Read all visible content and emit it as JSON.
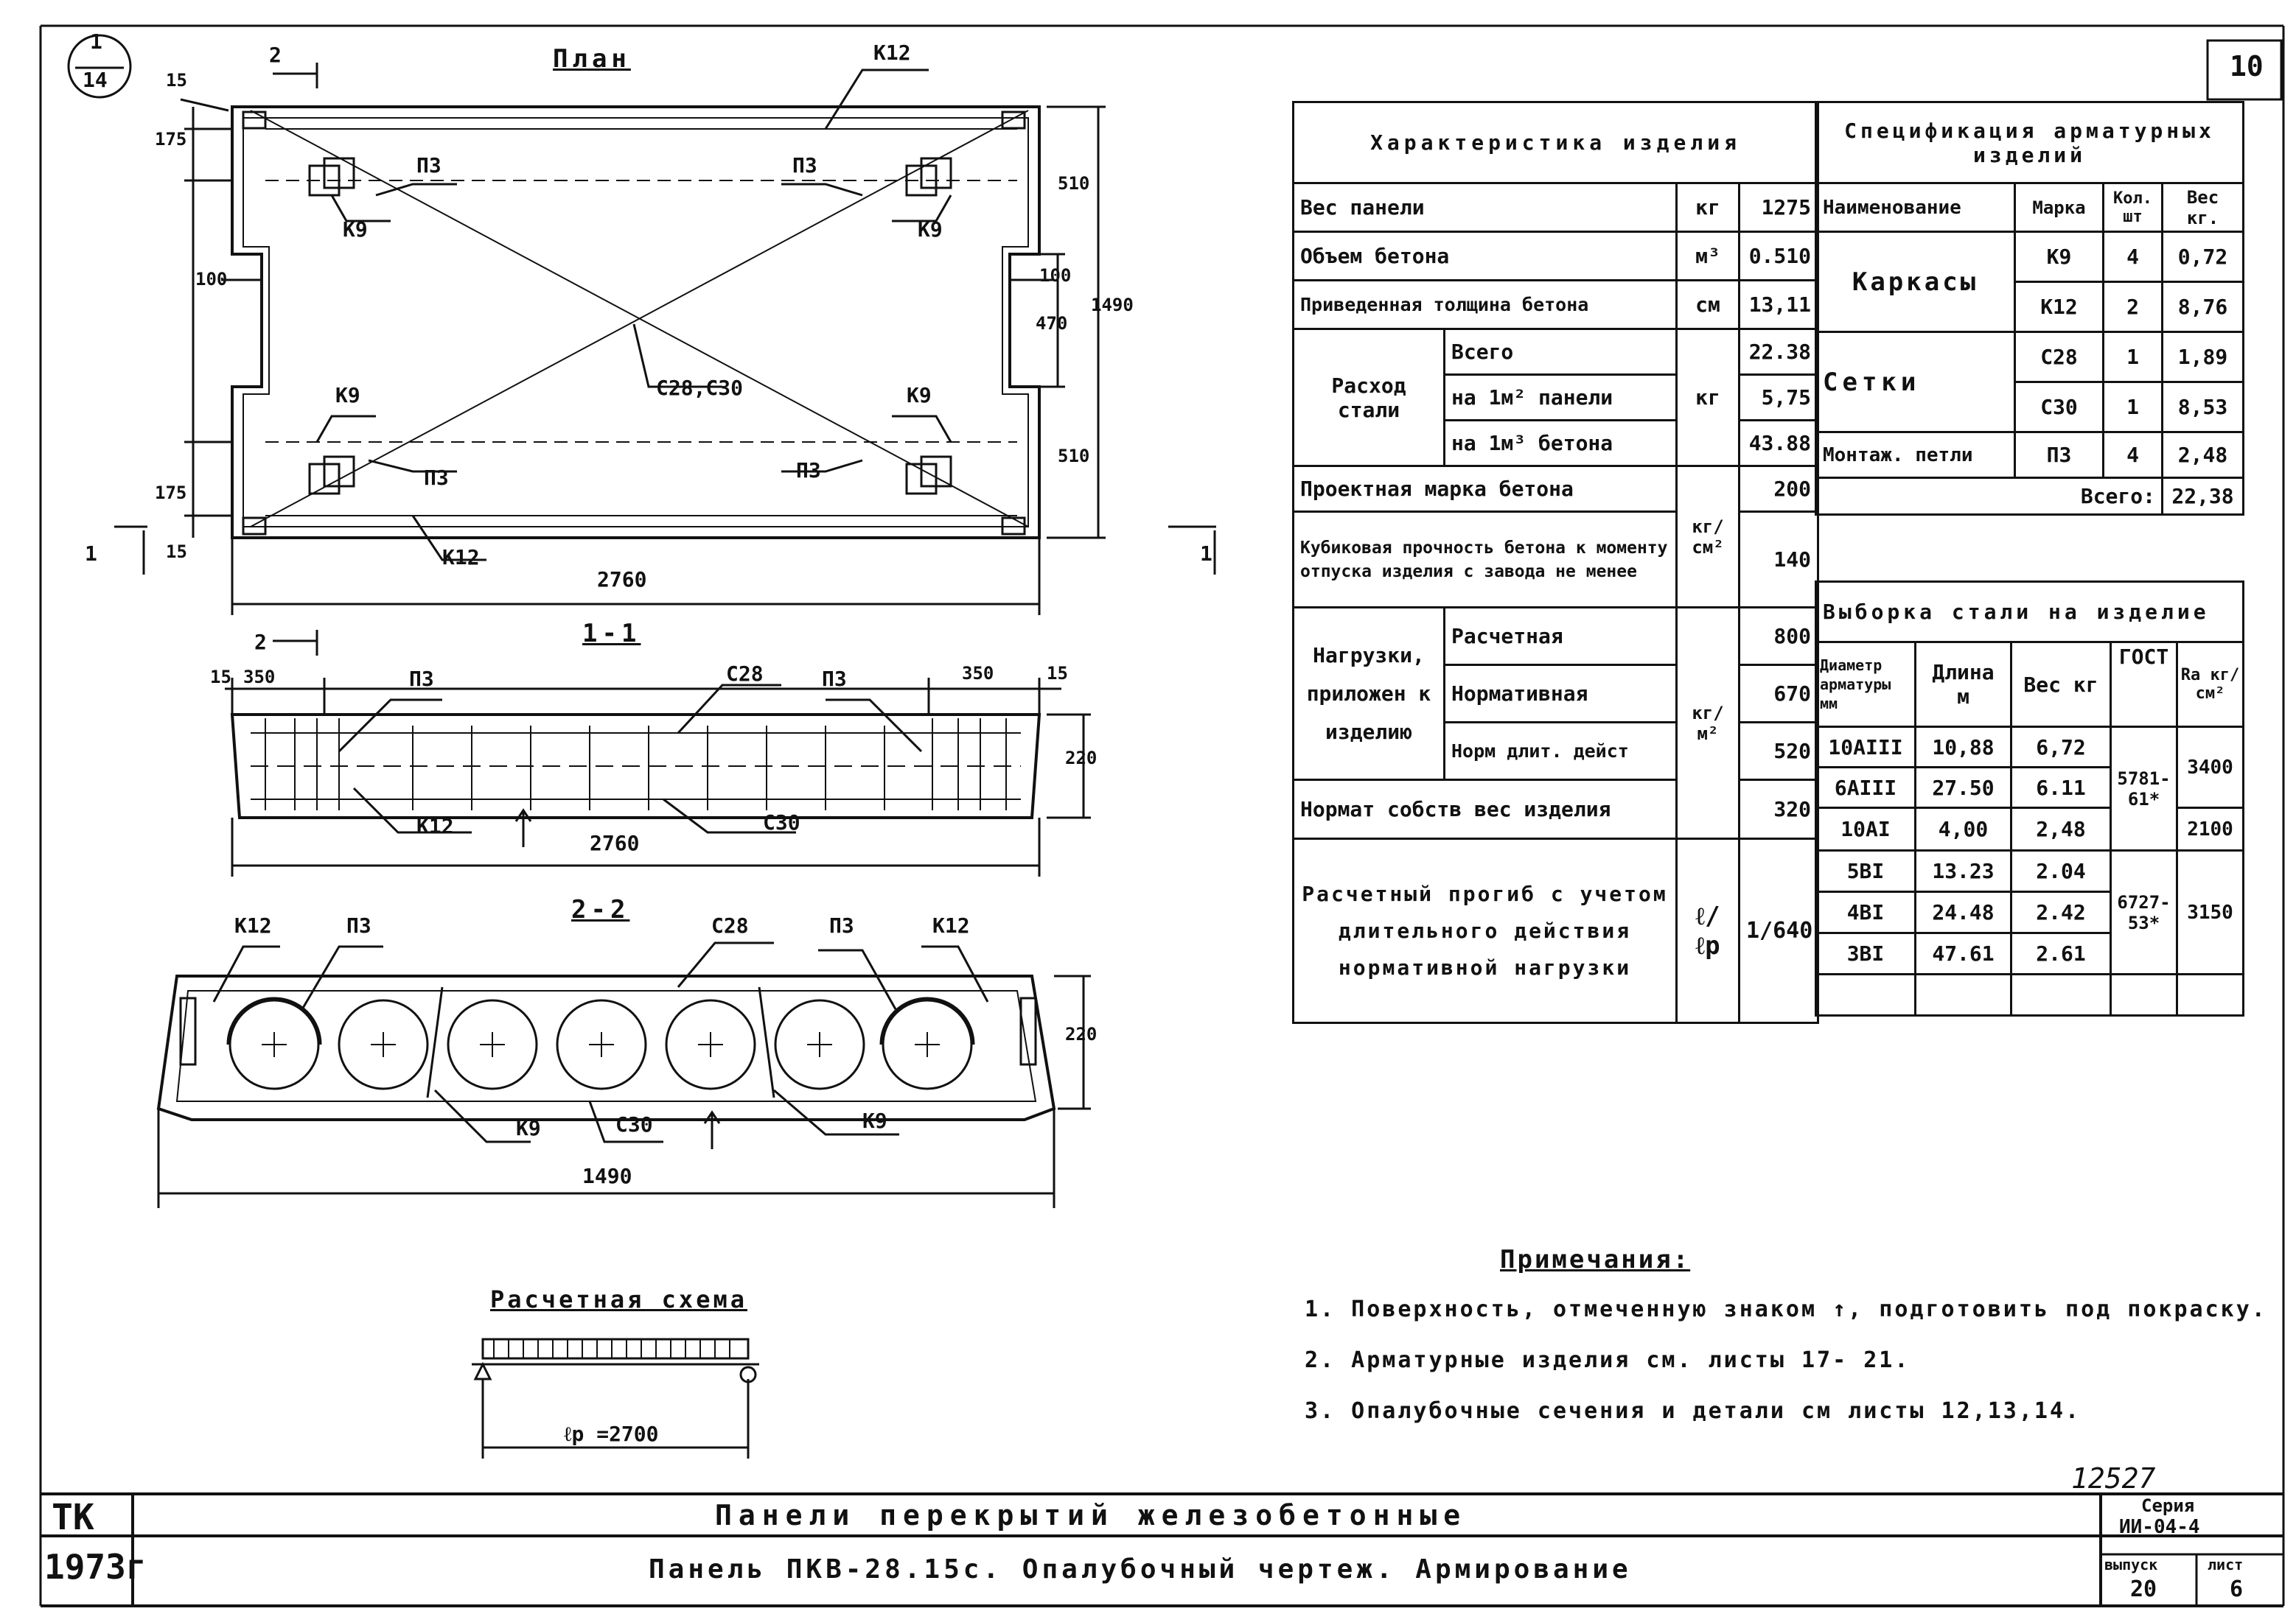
{
  "sheet": {
    "number": "10",
    "ref_top": "1",
    "ref_bottom": "14"
  },
  "views": {
    "plan": {
      "title": "План",
      "labels": {
        "k12_top": "К12",
        "k12_bottom": "К12",
        "p3_tl": "П3",
        "p3_tr": "П3",
        "p3_bl": "П3",
        "p3_br": "П3",
        "k9_tl": "К9",
        "k9_tr": "К9",
        "k9_bl": "К9",
        "k9_br": "К9",
        "mesh": "С28,С30",
        "sec2_top": "2",
        "sec2_bot": "2",
        "sec1_l": "1",
        "sec1_r": "1"
      },
      "dims": {
        "d15_top": "15",
        "d175_top": "175",
        "d100_left": "100",
        "d175_bot": "175",
        "d15_bot": "15",
        "d510_top": "510",
        "d100_right": "100",
        "d470": "470",
        "d1490": "1490",
        "d510_bot": "510",
        "d2760": "2760"
      }
    },
    "section_1_1": {
      "title": "1-1",
      "labels": {
        "p3_l": "П3",
        "c28": "С28",
        "p3_r": "П3",
        "k12": "К12",
        "c30": "С30"
      },
      "dims": {
        "d15_l": "15",
        "d350_l": "350",
        "d350_r": "350",
        "d15_r": "15",
        "d220": "220",
        "d2760": "2760"
      }
    },
    "section_2_2": {
      "title": "2-2",
      "labels": {
        "k12_l": "К12",
        "p3_l": "П3",
        "c28": "С28",
        "p3_r": "П3",
        "k12_r": "К12",
        "k9_l": "К9",
        "c30": "С30",
        "k9_r": "К9"
      },
      "dims": {
        "d220": "220",
        "d1490": "1490"
      }
    },
    "scheme": {
      "title": "Расчетная схема",
      "span": "ℓр =2700"
    }
  },
  "characteristics": {
    "header": "Характеристика изделия",
    "rows": [
      {
        "name": "Вес панели",
        "unit": "кг",
        "value": "1275"
      },
      {
        "name": "Объем бетона",
        "unit": "м³",
        "value": "0.510"
      },
      {
        "name": "Приведенная толщина бетона",
        "unit": "см",
        "value": "13,11"
      }
    ],
    "steel": {
      "name": "Расход стали",
      "unit": "кг",
      "items": [
        {
          "name": "Всего",
          "value": "22.38"
        },
        {
          "name": "на 1м² панели",
          "value": "5,75"
        },
        {
          "name": "на 1м³ бетона",
          "value": "43.88"
        }
      ]
    },
    "grade": {
      "name": "Проектная марка бетона",
      "value": "200"
    },
    "strength": {
      "name": "Кубиковая прочность бетона к моменту отпуска изделия с завода не менее",
      "unit": "кг/см²",
      "value": "140"
    },
    "loads": {
      "name": "Нагрузки, приложен к изделию",
      "unit": "кг/м²",
      "items": [
        {
          "name": "Расчетная",
          "value": "800"
        },
        {
          "name": "Нормативная",
          "value": "670"
        },
        {
          "name": "Норм длит. дейст",
          "value": "520"
        }
      ]
    },
    "selfweight": {
      "name": "Нормат собств вес изделия",
      "value": "320"
    },
    "deflection": {
      "name": "Расчетный прогиб с учетом длительного действия нормативной нагрузки",
      "unit": "ℓ/ℓр",
      "value": "1/640"
    }
  },
  "specification": {
    "header": "Спецификация арматурных изделий",
    "cols": [
      "Наименование",
      "Марка",
      "Кол. шт",
      "Вес кг."
    ],
    "groups": [
      {
        "name": "Каркасы",
        "rows": [
          [
            "К9",
            "4",
            "0,72"
          ],
          [
            "К12",
            "2",
            "8,76"
          ]
        ]
      },
      {
        "name": "Сетки",
        "rows": [
          [
            "С28",
            "1",
            "1,89"
          ],
          [
            "С30",
            "1",
            "8,53"
          ]
        ]
      },
      {
        "name": "Монтаж. петли",
        "rows": [
          [
            "П3",
            "4",
            "2,48"
          ]
        ]
      }
    ],
    "total_label": "Всего:",
    "total_value": "22,38"
  },
  "selection": {
    "header": "Выборка стали на изделие",
    "cols": [
      "Диаметр арматуры мм",
      "Длина м",
      "Вес кг",
      "ГОСТ",
      "Ra кг/см²"
    ],
    "rows": [
      [
        "10АIII",
        "10,88",
        "6,72"
      ],
      [
        "6АIII",
        "27.50",
        "6.11"
      ],
      [
        "10АI",
        "4,00",
        "2,48"
      ],
      [
        "5ВI",
        "13.23",
        "2.04"
      ],
      [
        "4ВI",
        "24.48",
        "2.42"
      ],
      [
        "3ВI",
        "47.61",
        "2.61"
      ]
    ],
    "gost": [
      "5781-61*",
      "6727-53*"
    ],
    "ra": [
      "3400",
      "2100",
      "3150"
    ]
  },
  "notes": {
    "title": "Примечания:",
    "items": [
      "1. Поверхность, отмеченную знаком ↑, подготовить под покраску.",
      "2. Арматурные изделия см. листы 17- 21.",
      "3. Опалубочные сечения и детали см листы 12,13,14."
    ]
  },
  "stamp": {
    "org": "ТК",
    "year": "1973г",
    "title": "Панели перекрытий железобетонные",
    "subtitle": "Панель ПКВ-28.15с. Опалубочный чертеж. Армирование",
    "number": "12527",
    "series_label": "Серия",
    "series": "ИИ-04-4",
    "issue_label": "выпуск",
    "issue": "20",
    "sheet_label": "лист",
    "sheet": "6"
  }
}
